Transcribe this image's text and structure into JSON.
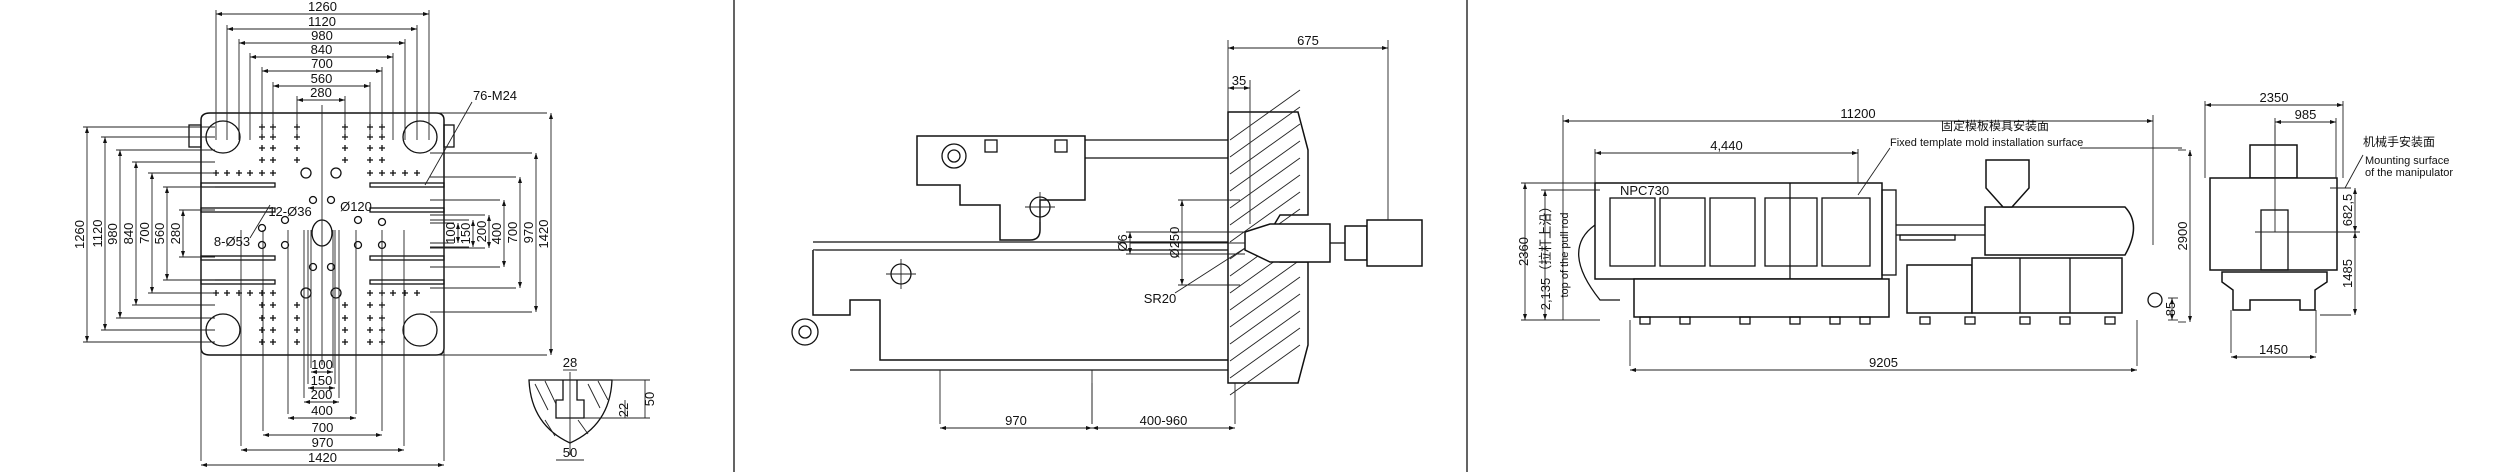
{
  "left_panel": {
    "title": "Platen mounting dimensions",
    "top_dims": [
      "1260",
      "1120",
      "980",
      "840",
      "700",
      "560",
      "280"
    ],
    "left_dims": [
      "1260",
      "1120",
      "980",
      "840",
      "700",
      "560",
      "280"
    ],
    "right_dims": [
      "100",
      "150",
      "200",
      "400",
      "700",
      "970",
      "1420"
    ],
    "bottom_dims": [
      "100",
      "150",
      "200",
      "400",
      "700",
      "970",
      "1420"
    ],
    "callouts": {
      "threaded_holes": "76-M24",
      "holes_36": "12-Ø36",
      "center_hole": "Ø120",
      "holes_53": "8-Ø53"
    },
    "tslot": {
      "width_top": "28",
      "depth": "50",
      "slot_height": "22",
      "width_bottom": "50"
    }
  },
  "middle_panel": {
    "dims": {
      "nozzle_extension": "675",
      "offset": "35",
      "diameter_250": "Ø250",
      "diameter_6": "Ø6",
      "sphere_radius": "SR20",
      "stroke_970": "970",
      "stroke_range": "400-960"
    }
  },
  "right_panel": {
    "overall_length": "11200",
    "clamp_length": "4,440",
    "fixed_platen_label_cn": "固定模板模具安装面",
    "fixed_platen_label_en": "Fixed template mold installation surface",
    "model": "NPC730",
    "height_total": "2360",
    "pull_rod_height": "2,135（拉杆上沿）",
    "pull_rod_label_en": "top of the pull rod",
    "base_length": "9205",
    "foot_height": "85",
    "height_2900": "2900",
    "side_width": "2350",
    "side_offset": "985",
    "manipulator_label_cn": "机械手安装面",
    "manipulator_label_en_1": "Mounting surface",
    "manipulator_label_en_2": "of the manipulator",
    "side_dim_682": "682,5",
    "side_dim_1485": "1485",
    "side_base_width": "1450"
  }
}
